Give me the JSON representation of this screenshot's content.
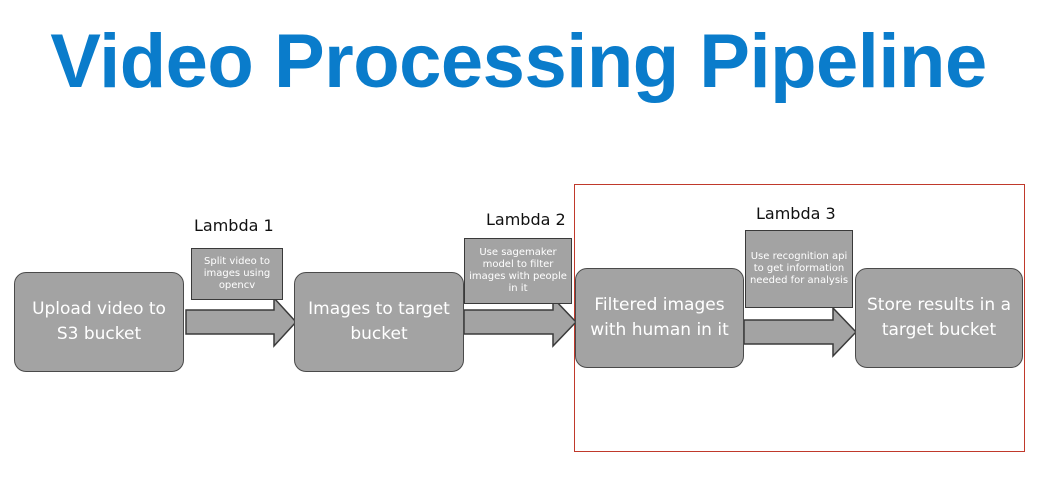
{
  "title": "Video Processing Pipeline",
  "colors": {
    "title": "#0a7ccb",
    "node_fill": "#a3a3a3",
    "node_border": "#4a4a4a",
    "node_text": "#ffffff",
    "highlight_border": "#c0392b"
  },
  "nodes": [
    {
      "label": "Upload video to S3 bucket"
    },
    {
      "label": "Images to target bucket"
    },
    {
      "label": "Filtered images with human in it"
    },
    {
      "label": "Store results in a target bucket"
    }
  ],
  "steps": [
    {
      "lambda": "Lambda 1",
      "note": "Split video to images using opencv"
    },
    {
      "lambda": "Lambda 2",
      "note": "Use sagemaker model to filter images with people in it"
    },
    {
      "lambda": "Lambda 3",
      "note": "Use recognition api to get information needed for analysis"
    }
  ]
}
